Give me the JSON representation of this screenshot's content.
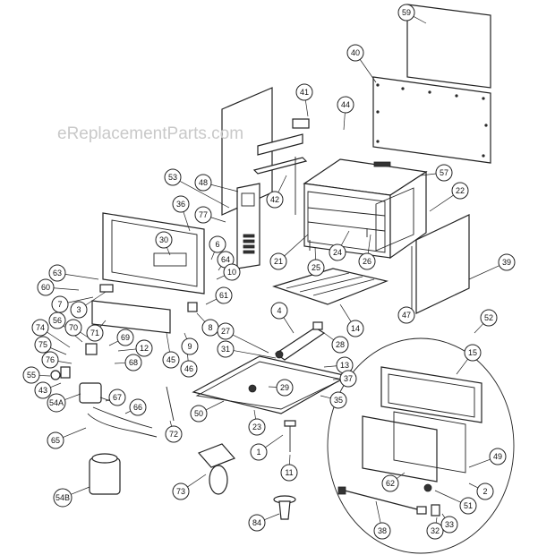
{
  "watermark": "eReplacementParts.com",
  "callouts": [
    {
      "id": "59"
    },
    {
      "id": "40"
    },
    {
      "id": "41"
    },
    {
      "id": "44"
    },
    {
      "id": "57"
    },
    {
      "id": "22"
    },
    {
      "id": "53"
    },
    {
      "id": "48"
    },
    {
      "id": "77"
    },
    {
      "id": "36"
    },
    {
      "id": "42"
    },
    {
      "id": "30"
    },
    {
      "id": "6"
    },
    {
      "id": "64"
    },
    {
      "id": "21"
    },
    {
      "id": "25"
    },
    {
      "id": "24"
    },
    {
      "id": "26"
    },
    {
      "id": "39"
    },
    {
      "id": "63"
    },
    {
      "id": "60"
    },
    {
      "id": "7"
    },
    {
      "id": "3"
    },
    {
      "id": "10"
    },
    {
      "id": "61"
    },
    {
      "id": "8"
    },
    {
      "id": "71"
    },
    {
      "id": "70"
    },
    {
      "id": "56"
    },
    {
      "id": "74"
    },
    {
      "id": "69"
    },
    {
      "id": "12"
    },
    {
      "id": "75"
    },
    {
      "id": "9"
    },
    {
      "id": "45"
    },
    {
      "id": "46"
    },
    {
      "id": "4"
    },
    {
      "id": "27"
    },
    {
      "id": "31"
    },
    {
      "id": "28"
    },
    {
      "id": "47"
    },
    {
      "id": "14"
    },
    {
      "id": "52"
    },
    {
      "id": "76"
    },
    {
      "id": "68"
    },
    {
      "id": "55"
    },
    {
      "id": "43"
    },
    {
      "id": "54A"
    },
    {
      "id": "13"
    },
    {
      "id": "37"
    },
    {
      "id": "15"
    },
    {
      "id": "29"
    },
    {
      "id": "35"
    },
    {
      "id": "67"
    },
    {
      "id": "66"
    },
    {
      "id": "50"
    },
    {
      "id": "23"
    },
    {
      "id": "65"
    },
    {
      "id": "72"
    },
    {
      "id": "1"
    },
    {
      "id": "11"
    },
    {
      "id": "49"
    },
    {
      "id": "62"
    },
    {
      "id": "2"
    },
    {
      "id": "51"
    },
    {
      "id": "73"
    },
    {
      "id": "54B"
    },
    {
      "id": "84"
    },
    {
      "id": "38"
    },
    {
      "id": "32"
    },
    {
      "id": "33"
    }
  ]
}
